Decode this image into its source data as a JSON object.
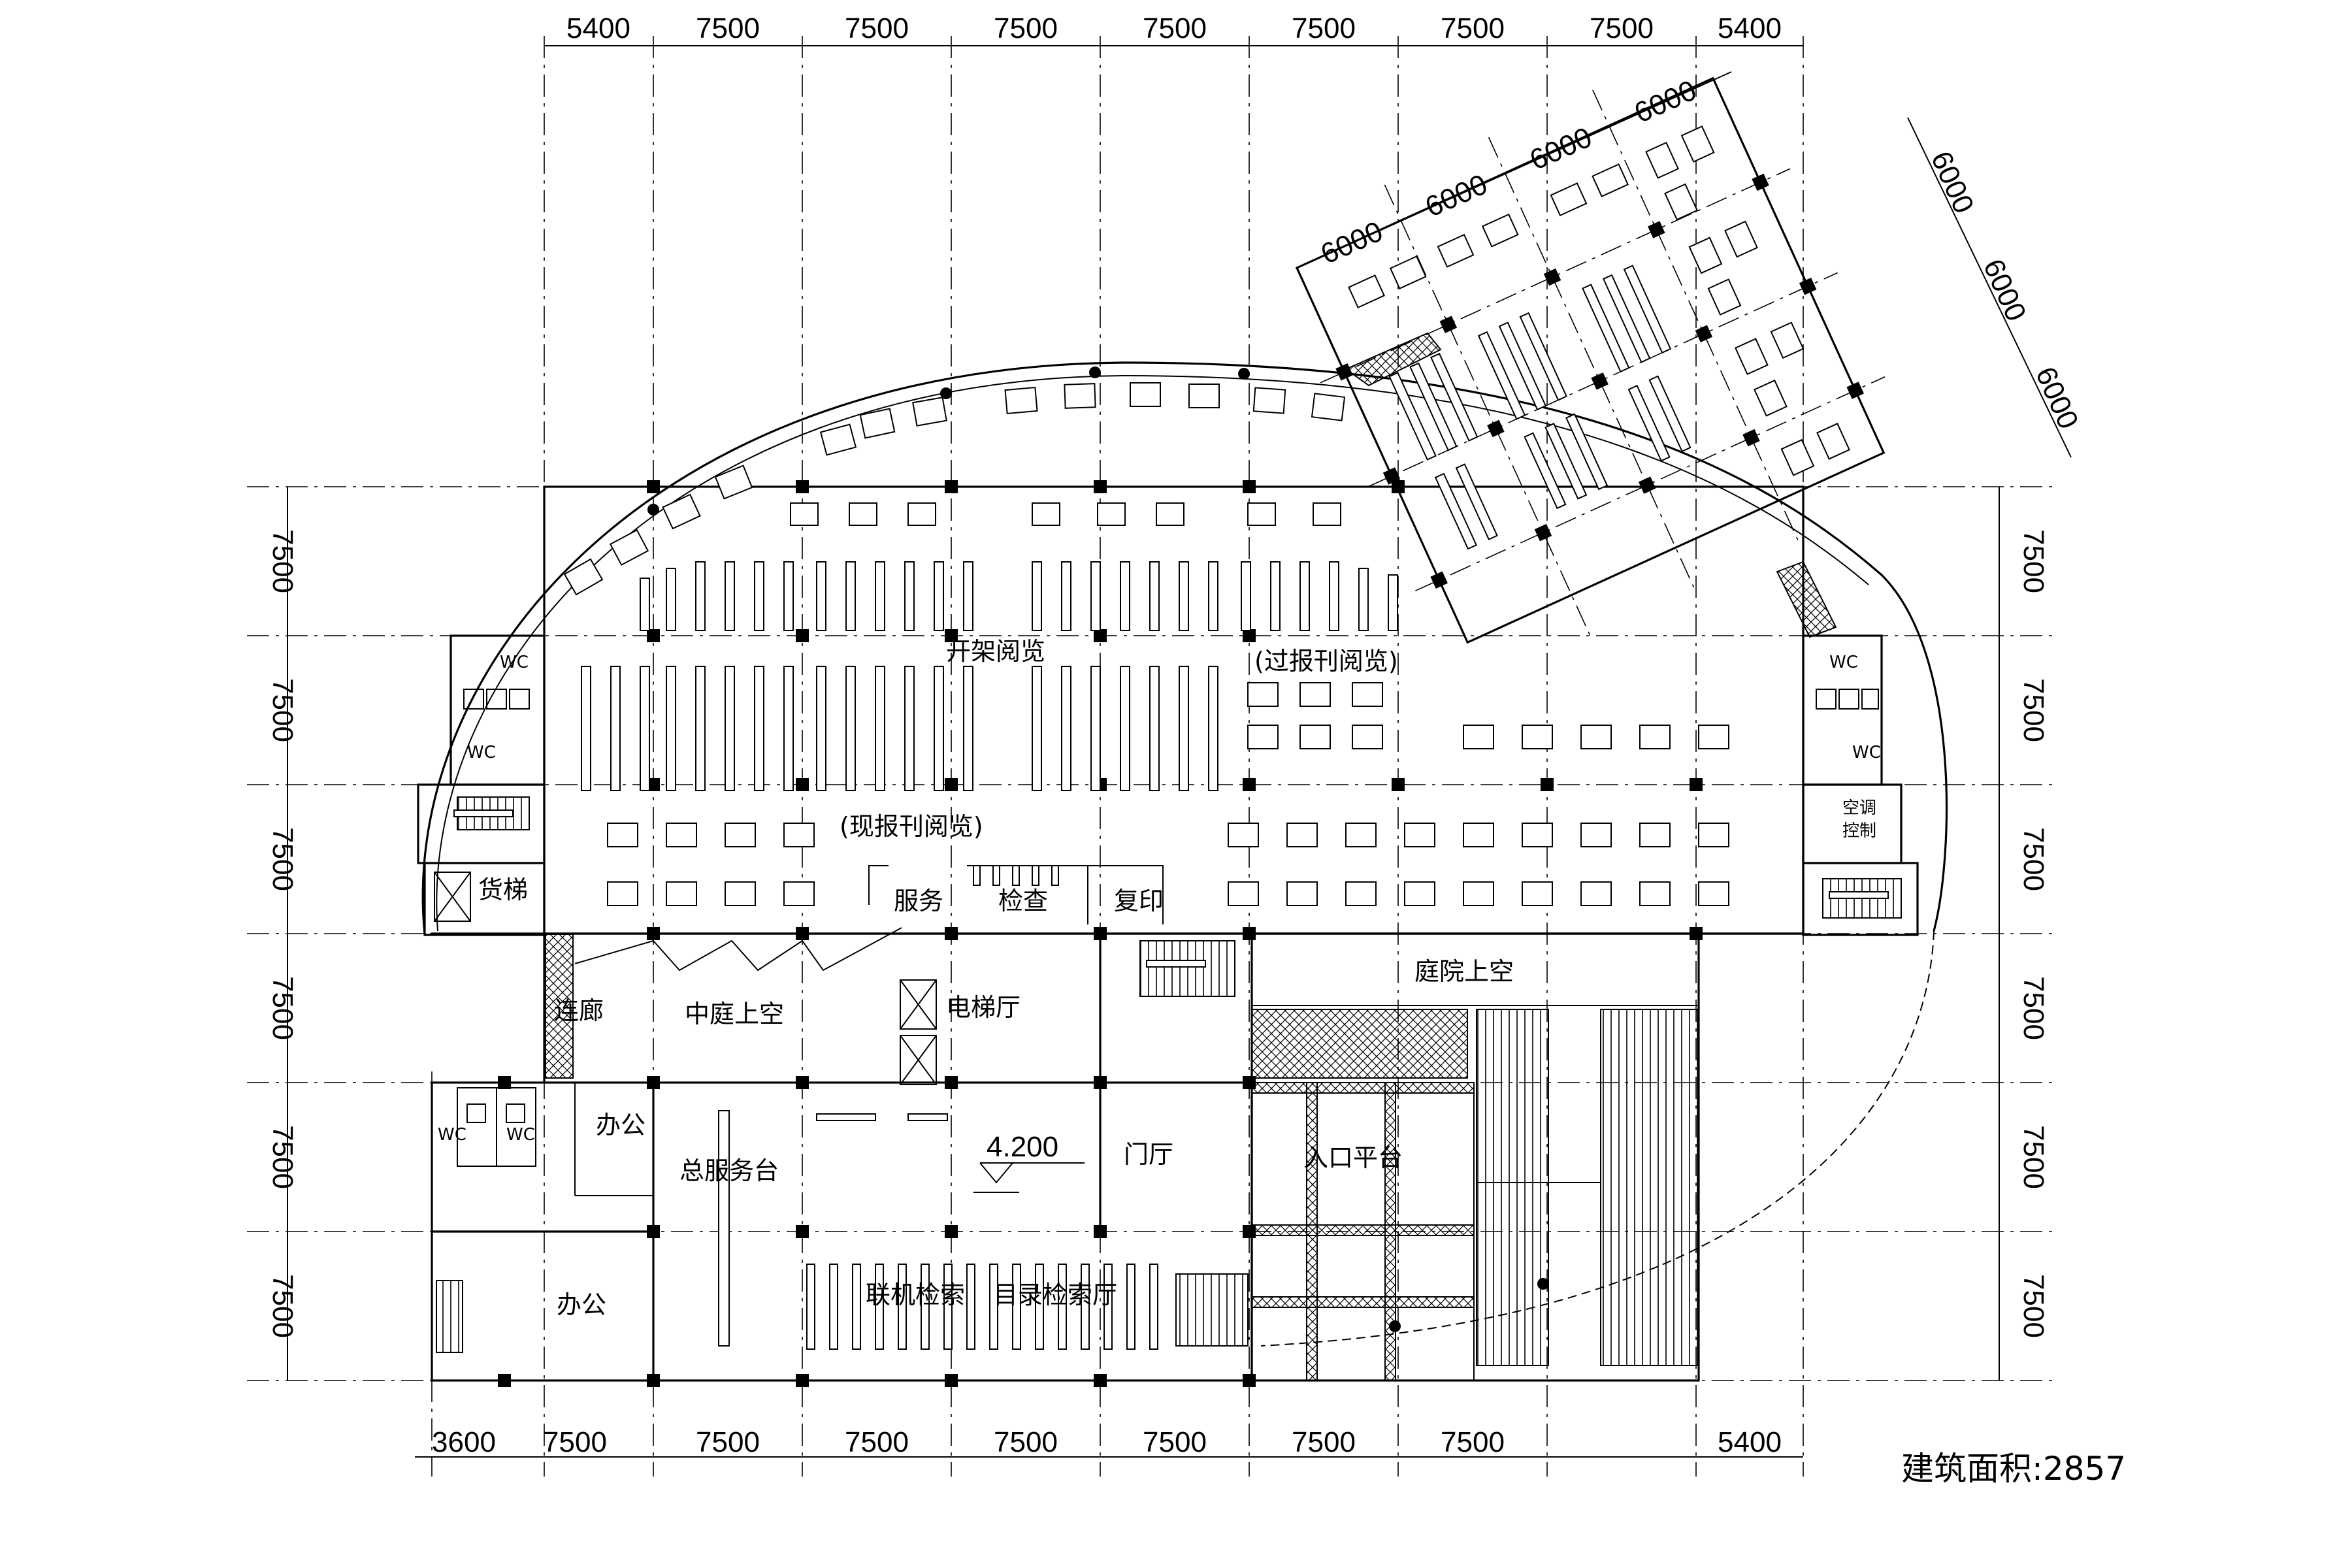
{
  "dimensions": {
    "top": [
      "5400",
      "7500",
      "7500",
      "7500",
      "7500",
      "7500",
      "7500",
      "7500",
      "5400"
    ],
    "bottom": [
      "3600",
      "7500",
      "7500",
      "7500",
      "7500",
      "7500",
      "7500",
      "7500",
      "5400"
    ],
    "left": [
      "7500",
      "7500",
      "7500",
      "7500",
      "7500",
      "7500"
    ],
    "right": [
      "7500",
      "7500",
      "7500",
      "7500",
      "7500",
      "7500"
    ],
    "wing_top": [
      "6000",
      "6000",
      "6000",
      "6000"
    ],
    "wing_right": [
      "6000",
      "6000",
      "6000"
    ]
  },
  "rooms": {
    "open_reading": "开架阅览",
    "past_periodicals": "(过报刊阅览)",
    "current_periodicals": "(现报刊阅览)",
    "service": "服务",
    "inspection": "检查",
    "copy": "复印",
    "freight_elevator": "货梯",
    "corridor": "连廊",
    "atrium_void": "中庭上空",
    "elevator_hall": "电梯厅",
    "courtyard_void": "庭院上空",
    "office_upper": "办公",
    "office_lower": "办公",
    "service_desk": "总服务台",
    "lobby": "门厅",
    "entrance_platform": "入口平台",
    "online_search": "联机检索",
    "catalog_hall": "目录检索厅",
    "ac_control_1": "空调",
    "ac_control_2": "控制",
    "wc_1": "WC",
    "wc_2": "WC",
    "wc_3": "WC",
    "wc_4": "WC",
    "wc_5": "WC",
    "wc_6": "WC"
  },
  "elevation": "4.200",
  "building_area": "建筑面积:2857"
}
